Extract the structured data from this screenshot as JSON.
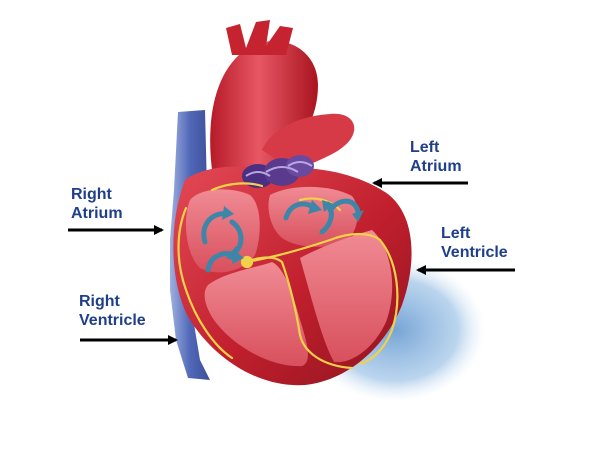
{
  "labels": {
    "right_atrium": [
      "Right",
      "Atrium"
    ],
    "left_atrium": [
      "Left",
      "Atrium"
    ],
    "left_ventricle": [
      "Left",
      "Ventricle"
    ],
    "right_ventricle": [
      "Right",
      "Ventricle"
    ]
  },
  "colors": {
    "label_text": "#1f3f8a",
    "arrow": "#000000",
    "heart_red": "#c8202e",
    "chamber_pink": "#e9737e",
    "vein_blue": "#5068b8",
    "valve_purple": "#5a3a8c",
    "conduction_yellow": "#f2d14a",
    "flow_arrow": "#3d86a8",
    "shadow_blue": "#8fb7dc"
  },
  "icons": {
    "pointer": "arrow-right-icon",
    "pointer_left": "arrow-left-icon",
    "flow": "curved-flow-arrow-icon"
  }
}
